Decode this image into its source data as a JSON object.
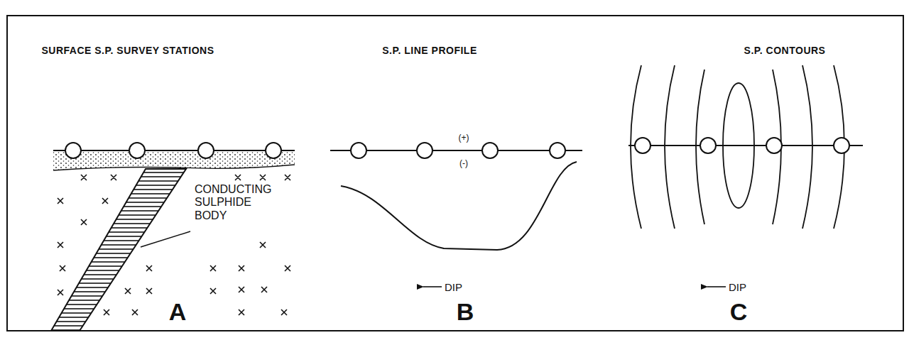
{
  "diagram": {
    "labels": [
      "SURFACE S.P. SURVEY STATIONS",
      "CONDUCTING SULPHIDE BODY",
      "A",
      "S.P. LINE PROFILE",
      "(+)",
      "(-)",
      "DIP",
      "B",
      "S.P. CONTOURS",
      "DIP",
      "C"
    ]
  }
}
